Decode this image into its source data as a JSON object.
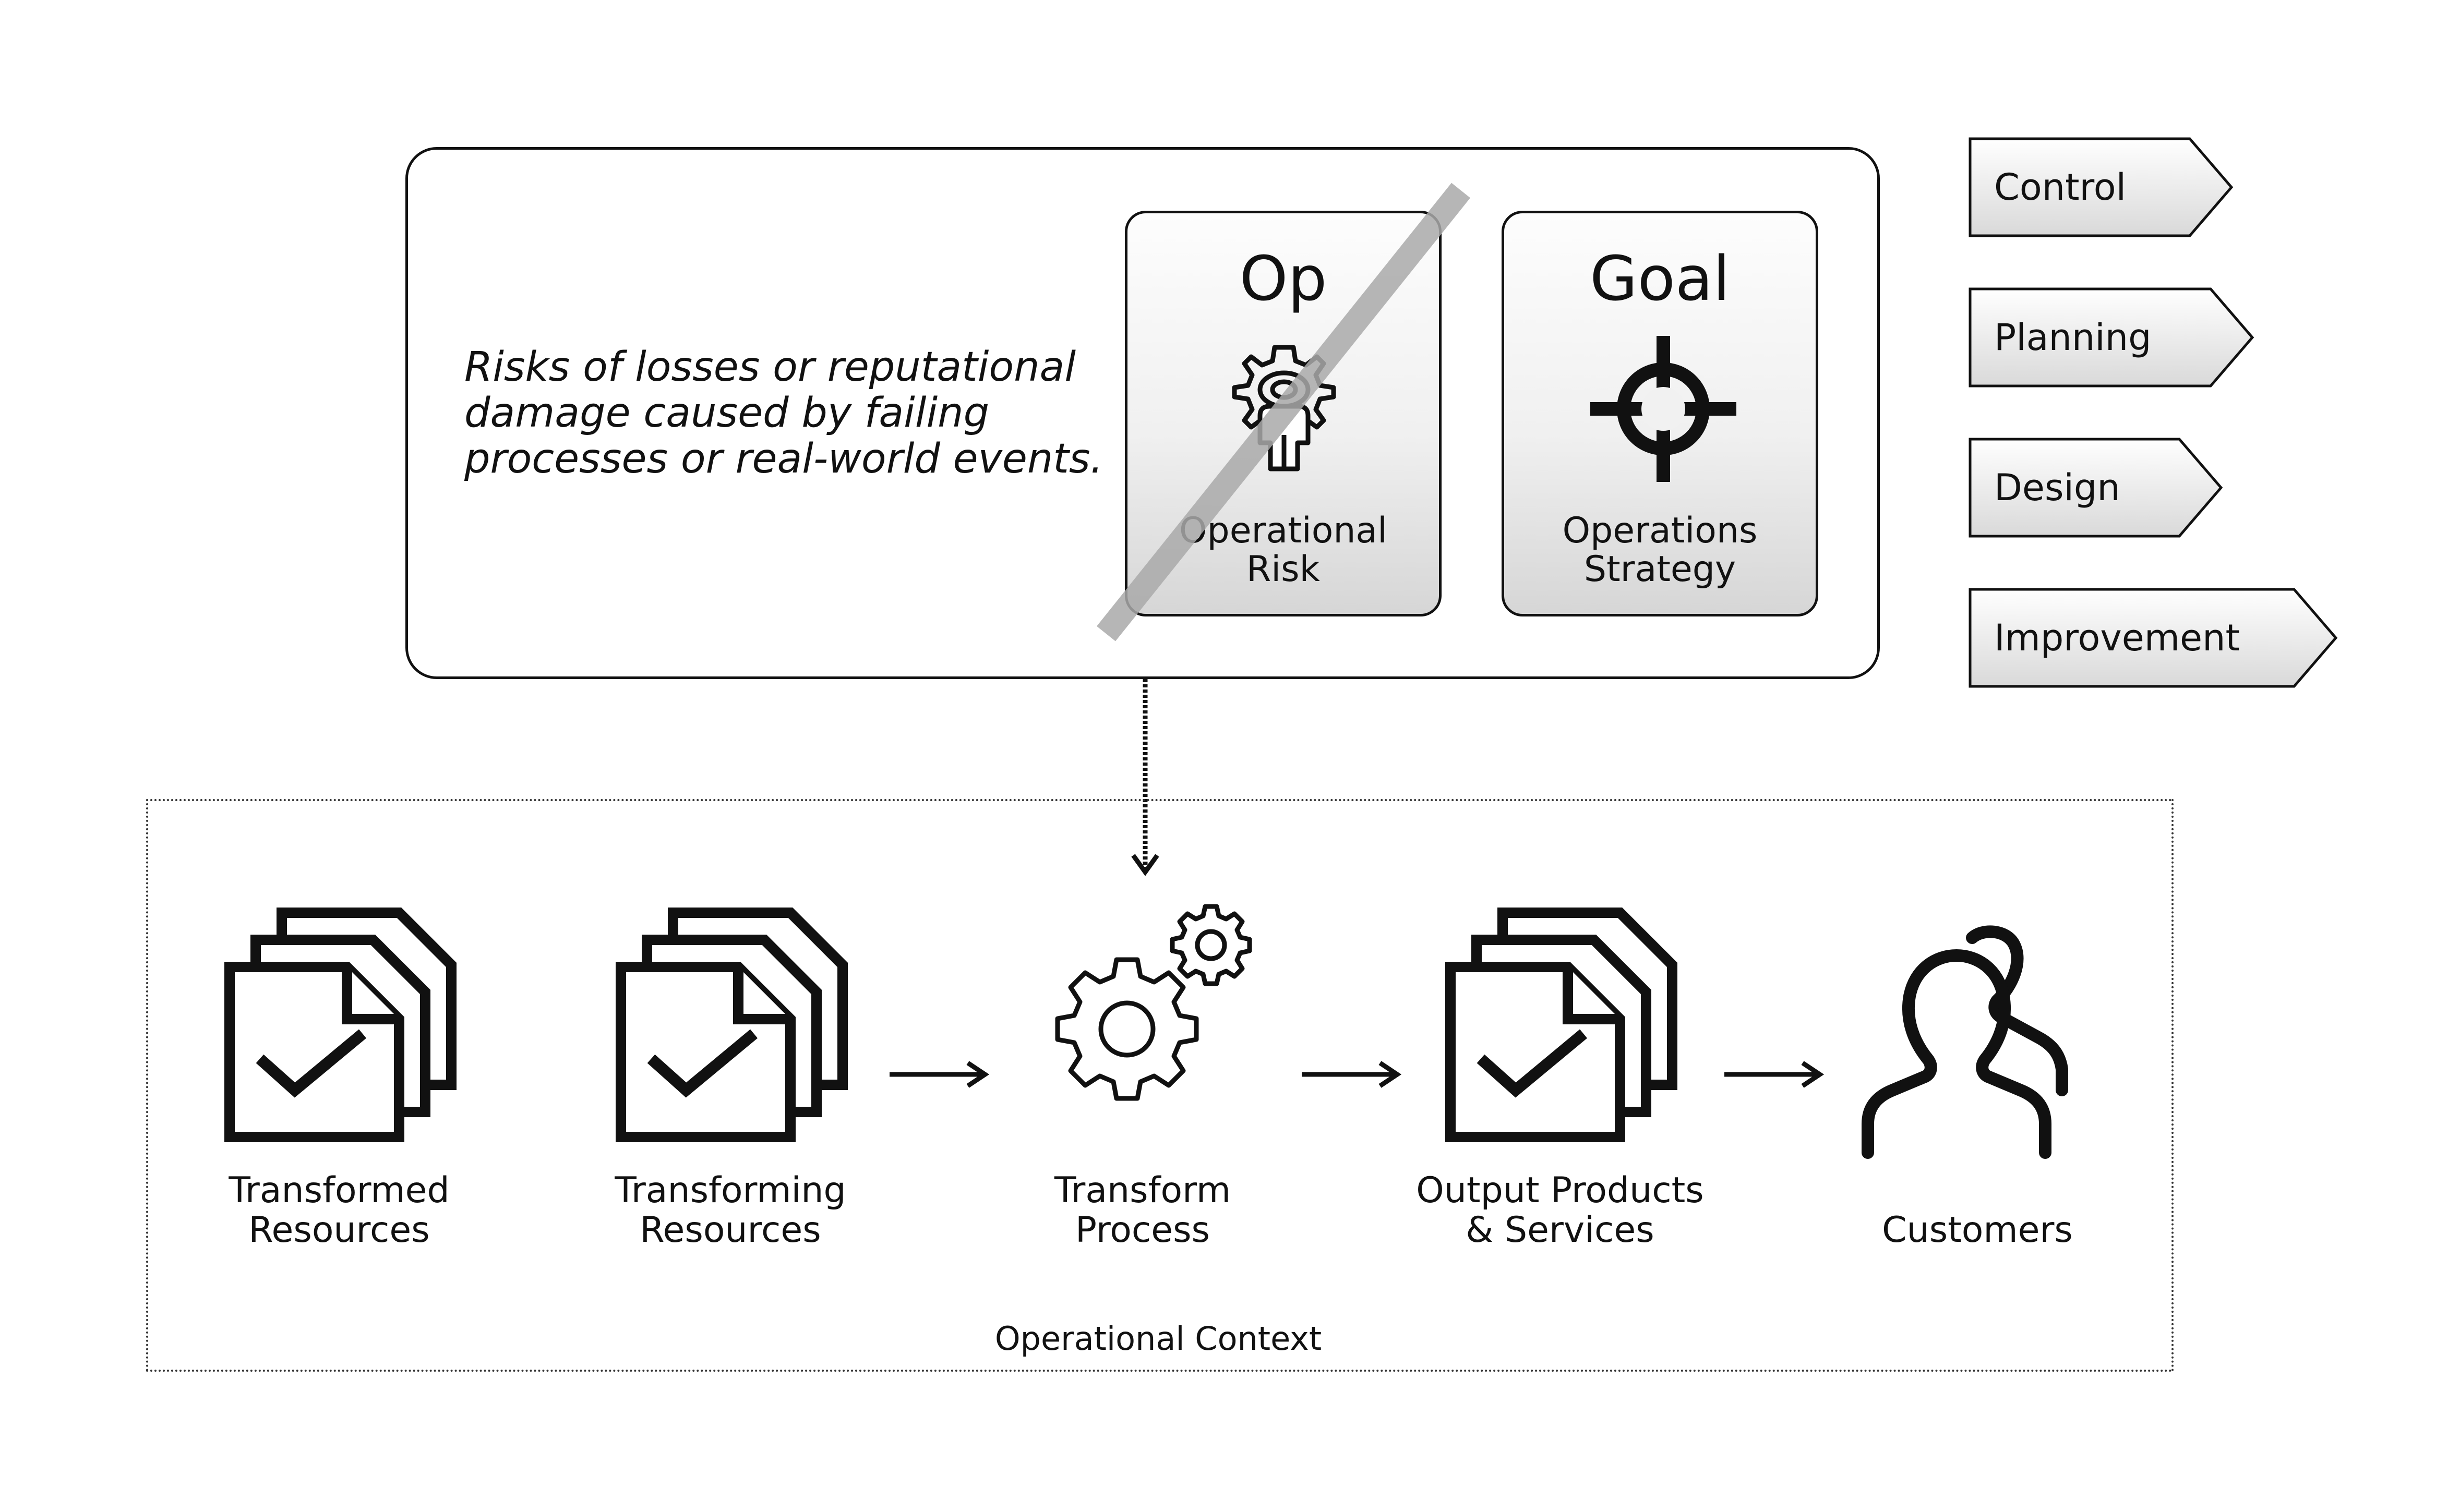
{
  "description": {
    "lines": [
      "Risks of losses or reputational",
      "damage caused by failing",
      "processes or real-world events."
    ]
  },
  "cards": {
    "op": {
      "title": "Op",
      "label_lines": [
        "Operational",
        "Risk"
      ]
    },
    "goal": {
      "title": "Goal",
      "label_lines": [
        "Operations",
        "Strategy"
      ]
    }
  },
  "tabs": [
    {
      "label": "Control"
    },
    {
      "label": "Planning"
    },
    {
      "label": "Design"
    },
    {
      "label": "Improvement"
    }
  ],
  "flow": {
    "steps": [
      {
        "icon": "documents-check-icon",
        "label_lines": [
          "Transformed",
          "Resources"
        ]
      },
      {
        "icon": "documents-check-icon",
        "label_lines": [
          "Transforming",
          "Resources"
        ]
      },
      {
        "icon": "gears-icon",
        "label_lines": [
          "Transform",
          "Process"
        ]
      },
      {
        "icon": "documents-check-icon",
        "label_lines": [
          "Output Products",
          "& Services"
        ]
      },
      {
        "icon": "users-icon",
        "label_lines": [
          "Customers"
        ]
      }
    ],
    "context_label": "Operational Context"
  },
  "colors": {
    "stroke": "#111111",
    "strike": "#a9a9a9",
    "tab_fill_top": "#ffffff",
    "tab_fill_bottom": "#d9d9d9"
  }
}
